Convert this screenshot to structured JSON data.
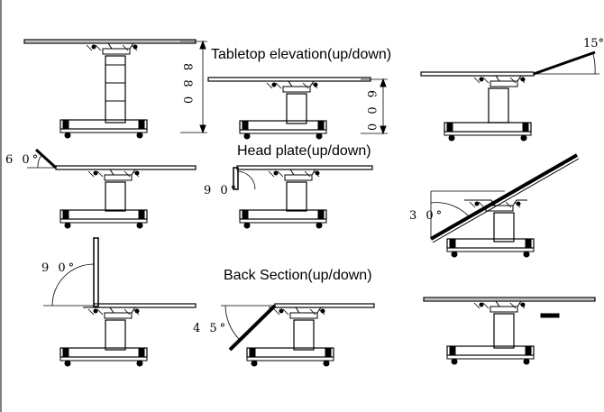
{
  "titles": {
    "tabletop_elevation": "Tabletop elevation(up/down)",
    "head_plate": "Head plate(up/down)",
    "back_section": "Back Section(up/down)"
  },
  "dimensions": {
    "height_max": "8 8 0",
    "height_min": "6 0 0"
  },
  "angles": {
    "tilt_15": "15°",
    "head_60": "6 0°",
    "head_90": "9 0°",
    "tilt_30": "3 0°",
    "back_90": "9 0°",
    "back_45": "4 5°"
  }
}
